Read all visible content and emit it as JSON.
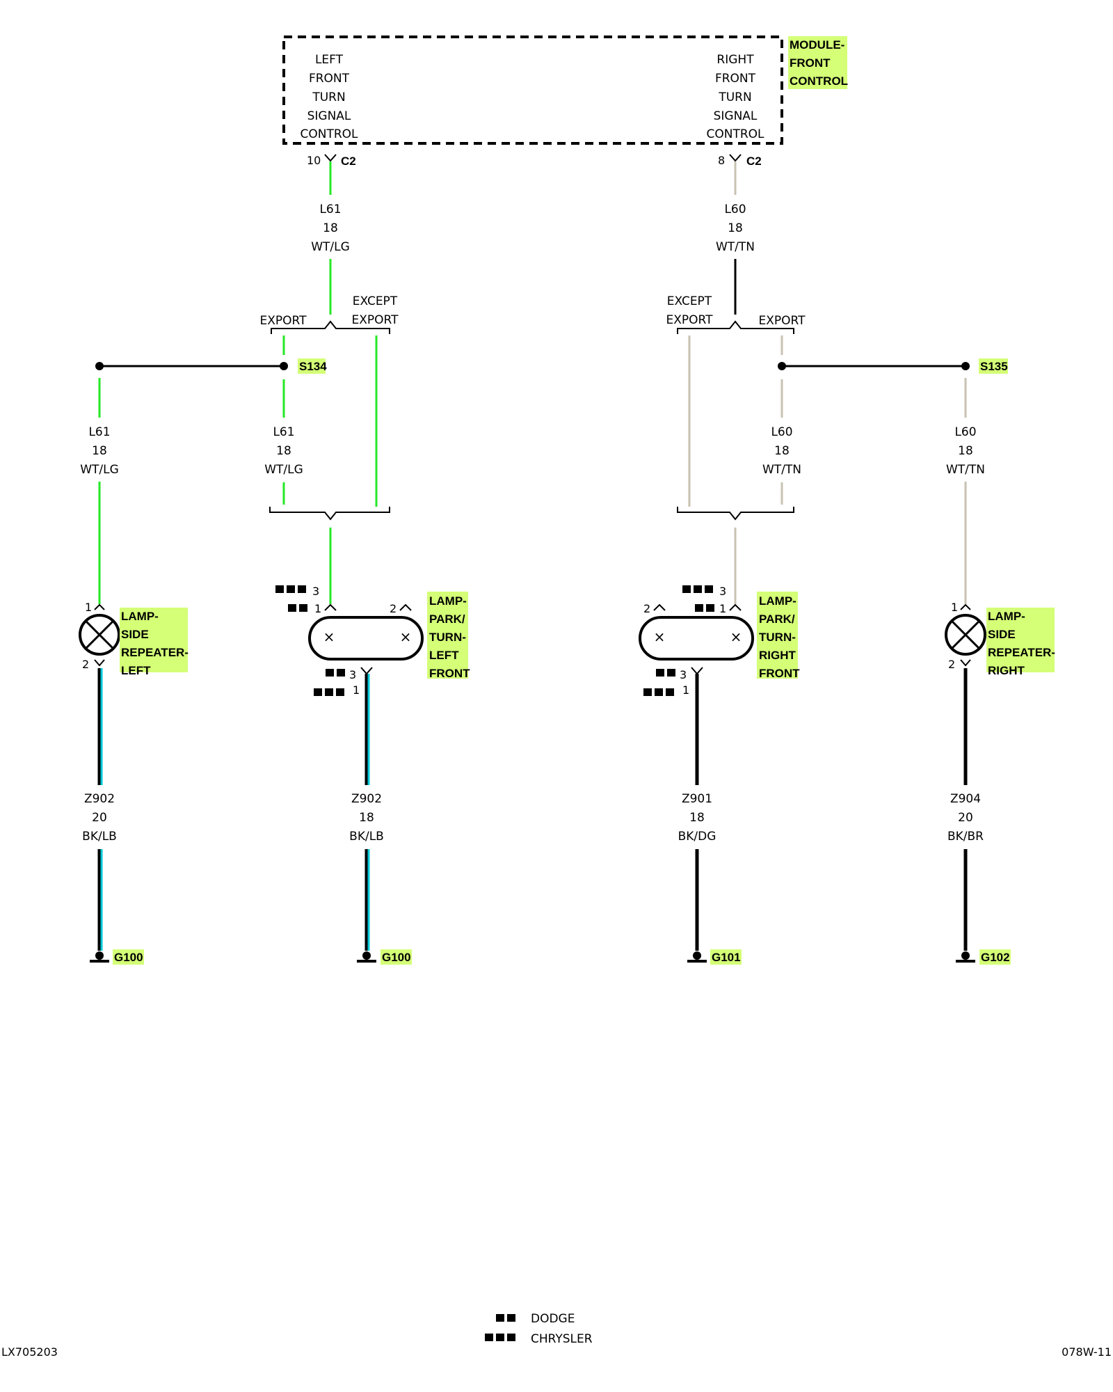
{
  "module": {
    "label": [
      "MODULE-",
      "FRONT",
      "CONTROL"
    ],
    "left_function": [
      "LEFT",
      "FRONT",
      "TURN",
      "SIGNAL",
      "CONTROL"
    ],
    "right_function": [
      "RIGHT",
      "FRONT",
      "TURN",
      "SIGNAL",
      "CONTROL"
    ],
    "left_pin": "10",
    "right_pin": "8",
    "connector": "C2"
  },
  "wires": {
    "l61": [
      "L61",
      "18",
      "WT/LG"
    ],
    "l60": [
      "L60",
      "18",
      "WT/TN"
    ],
    "z902_left": [
      "Z902",
      "20",
      "BK/LB"
    ],
    "z902_mid": [
      "Z902",
      "18",
      "BK/LB"
    ],
    "z901": [
      "Z901",
      "18",
      "BK/DG"
    ],
    "z904": [
      "Z904",
      "20",
      "BK/BR"
    ]
  },
  "branches": {
    "export": "EXPORT",
    "except": [
      "EXCEPT",
      "EXPORT"
    ]
  },
  "splices": {
    "left": "S134",
    "right": "S135"
  },
  "components": {
    "repeater_left": [
      "LAMP-",
      "SIDE",
      "REPEATER-",
      "LEFT"
    ],
    "park_left": [
      "LAMP-",
      "PARK/",
      "TURN-",
      "LEFT",
      "FRONT"
    ],
    "park_right": [
      "LAMP-",
      "PARK/",
      "TURN-",
      "RIGHT",
      "FRONT"
    ],
    "repeater_right": [
      "LAMP-",
      "SIDE",
      "REPEATER-",
      "RIGHT"
    ]
  },
  "pins": {
    "p1": "1",
    "p2": "2",
    "p3": "3"
  },
  "grounds": [
    "G100",
    "G100",
    "G101",
    "G102"
  ],
  "legend": {
    "dodge": "DODGE",
    "chrysler": "CHRYSLER"
  },
  "footer": {
    "left_code": "LX705203",
    "right_code": "078W-11"
  },
  "colors": {
    "wt_lg": "#26e826",
    "wt_tn": "#c8c2b2",
    "bk_lb": "#00c8d8",
    "highlight": "#d4ff77"
  }
}
